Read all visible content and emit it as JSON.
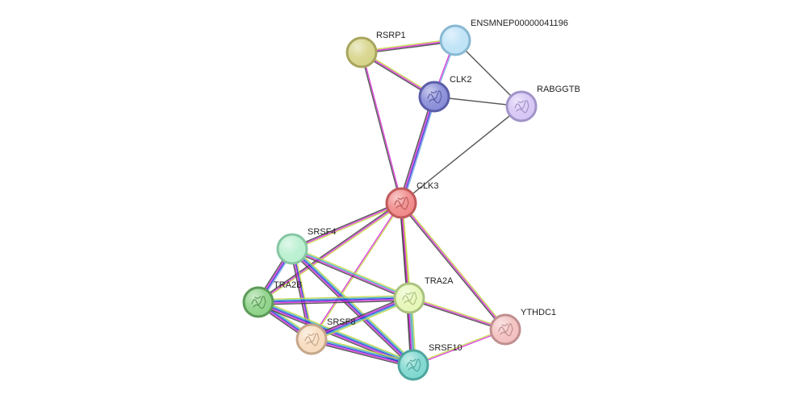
{
  "network": {
    "nodes": [
      {
        "id": "RSRP1",
        "label": "RSRP1",
        "fill": "#d7d58a",
        "stroke": "#a8a55e",
        "has_structure": false
      },
      {
        "id": "ENSMNEP",
        "label": "ENSMNEP00000041196",
        "fill": "#bfe3f7",
        "stroke": "#88b8d2",
        "has_structure": false
      },
      {
        "id": "CLK2",
        "label": "CLK2",
        "fill": "#8a8ed8",
        "stroke": "#5a5ea8",
        "has_structure": true
      },
      {
        "id": "RABGGTB",
        "label": "RABGGTB",
        "fill": "#d6c6f5",
        "stroke": "#a194c8",
        "has_structure": true
      },
      {
        "id": "CLK3",
        "label": "CLK3",
        "fill": "#f08a8a",
        "stroke": "#c05a5a",
        "has_structure": true
      },
      {
        "id": "SRSF4",
        "label": "SRSF4",
        "fill": "#b9f0d0",
        "stroke": "#86c6a2",
        "has_structure": false
      },
      {
        "id": "TRA2B",
        "label": "TRA2B",
        "fill": "#8fd38a",
        "stroke": "#5c9a58",
        "has_structure": true
      },
      {
        "id": "TRA2A",
        "label": "TRA2A",
        "fill": "#e6f7b8",
        "stroke": "#aac27f",
        "has_structure": true
      },
      {
        "id": "SRSF8",
        "label": "SRSF8",
        "fill": "#f7dcbe",
        "stroke": "#c6a68a",
        "has_structure": true
      },
      {
        "id": "YTHDC1",
        "label": "YTHDC1",
        "fill": "#f3c1c1",
        "stroke": "#c08f8f",
        "has_structure": true
      },
      {
        "id": "SRSF10",
        "label": "SRSF10",
        "fill": "#7fd8cf",
        "stroke": "#4fa69e",
        "has_structure": true
      }
    ],
    "edges": [
      {
        "source": "RSRP1",
        "target": "ENSMNEP",
        "colors": [
          "#c7d84a",
          "#d82fd8",
          "#444444"
        ]
      },
      {
        "source": "RSRP1",
        "target": "CLK2",
        "colors": [
          "#c7d84a",
          "#d82fd8",
          "#444444"
        ]
      },
      {
        "source": "RSRP1",
        "target": "CLK3",
        "colors": [
          "#d82fd8",
          "#444444"
        ]
      },
      {
        "source": "ENSMNEP",
        "target": "CLK2",
        "colors": [
          "#7aa8e0",
          "#d82fd8"
        ]
      },
      {
        "source": "ENSMNEP",
        "target": "RABGGTB",
        "colors": [
          "#444444"
        ]
      },
      {
        "source": "CLK2",
        "target": "RABGGTB",
        "colors": [
          "#444444"
        ]
      },
      {
        "source": "CLK2",
        "target": "CLK3",
        "colors": [
          "#7aa8e0",
          "#2d2dd8",
          "#d82fd8",
          "#444444"
        ]
      },
      {
        "source": "RABGGTB",
        "target": "CLK3",
        "colors": [
          "#444444"
        ]
      },
      {
        "source": "CLK3",
        "target": "SRSF4",
        "colors": [
          "#c7d84a",
          "#d82fd8",
          "#444444"
        ]
      },
      {
        "source": "CLK3",
        "target": "TRA2B",
        "colors": [
          "#c7d84a",
          "#d82fd8",
          "#444444"
        ]
      },
      {
        "source": "CLK3",
        "target": "TRA2A",
        "colors": [
          "#c7d84a",
          "#d82fd8",
          "#444444"
        ]
      },
      {
        "source": "CLK3",
        "target": "SRSF8",
        "colors": [
          "#c7d84a",
          "#d82fd8"
        ]
      },
      {
        "source": "CLK3",
        "target": "SRSF10",
        "colors": [
          "#c7d84a",
          "#d82fd8",
          "#444444"
        ]
      },
      {
        "source": "CLK3",
        "target": "YTHDC1",
        "colors": [
          "#c7d84a",
          "#d82fd8",
          "#444444"
        ]
      },
      {
        "source": "SRSF4",
        "target": "TRA2B",
        "colors": [
          "#7aa8e0",
          "#2d2dd8",
          "#d82fd8",
          "#444444"
        ]
      },
      {
        "source": "SRSF4",
        "target": "TRA2A",
        "colors": [
          "#c7d84a",
          "#3ab0c8",
          "#d82fd8",
          "#444444"
        ]
      },
      {
        "source": "SRSF4",
        "target": "SRSF8",
        "colors": [
          "#c7d84a",
          "#2d2dd8",
          "#d82fd8",
          "#444444"
        ]
      },
      {
        "source": "SRSF4",
        "target": "SRSF10",
        "colors": [
          "#c7d84a",
          "#3ab0c8",
          "#2d2dd8",
          "#d82fd8",
          "#444444"
        ]
      },
      {
        "source": "TRA2B",
        "target": "TRA2A",
        "colors": [
          "#c7d84a",
          "#3ab0c8",
          "#2d2dd8",
          "#d82fd8",
          "#444444"
        ]
      },
      {
        "source": "TRA2B",
        "target": "SRSF8",
        "colors": [
          "#c7d84a",
          "#3ab0c8",
          "#2d2dd8",
          "#d82fd8",
          "#444444"
        ]
      },
      {
        "source": "TRA2B",
        "target": "SRSF10",
        "colors": [
          "#c7d84a",
          "#3ab0c8",
          "#2d2dd8",
          "#d82fd8",
          "#444444"
        ]
      },
      {
        "source": "TRA2A",
        "target": "SRSF8",
        "colors": [
          "#c7d84a",
          "#3ab0c8",
          "#2d2dd8",
          "#d82fd8",
          "#444444"
        ]
      },
      {
        "source": "TRA2A",
        "target": "SRSF10",
        "colors": [
          "#c7d84a",
          "#3ab0c8",
          "#7aa8e0",
          "#d82fd8",
          "#444444"
        ]
      },
      {
        "source": "TRA2A",
        "target": "YTHDC1",
        "colors": [
          "#c7d84a",
          "#d82fd8",
          "#444444"
        ]
      },
      {
        "source": "SRSF8",
        "target": "SRSF10",
        "colors": [
          "#c7d84a",
          "#3ab0c8",
          "#2d2dd8",
          "#d82fd8",
          "#444444"
        ]
      },
      {
        "source": "SRSF10",
        "target": "YTHDC1",
        "colors": [
          "#c7d84a",
          "#d82fd8"
        ]
      }
    ]
  }
}
